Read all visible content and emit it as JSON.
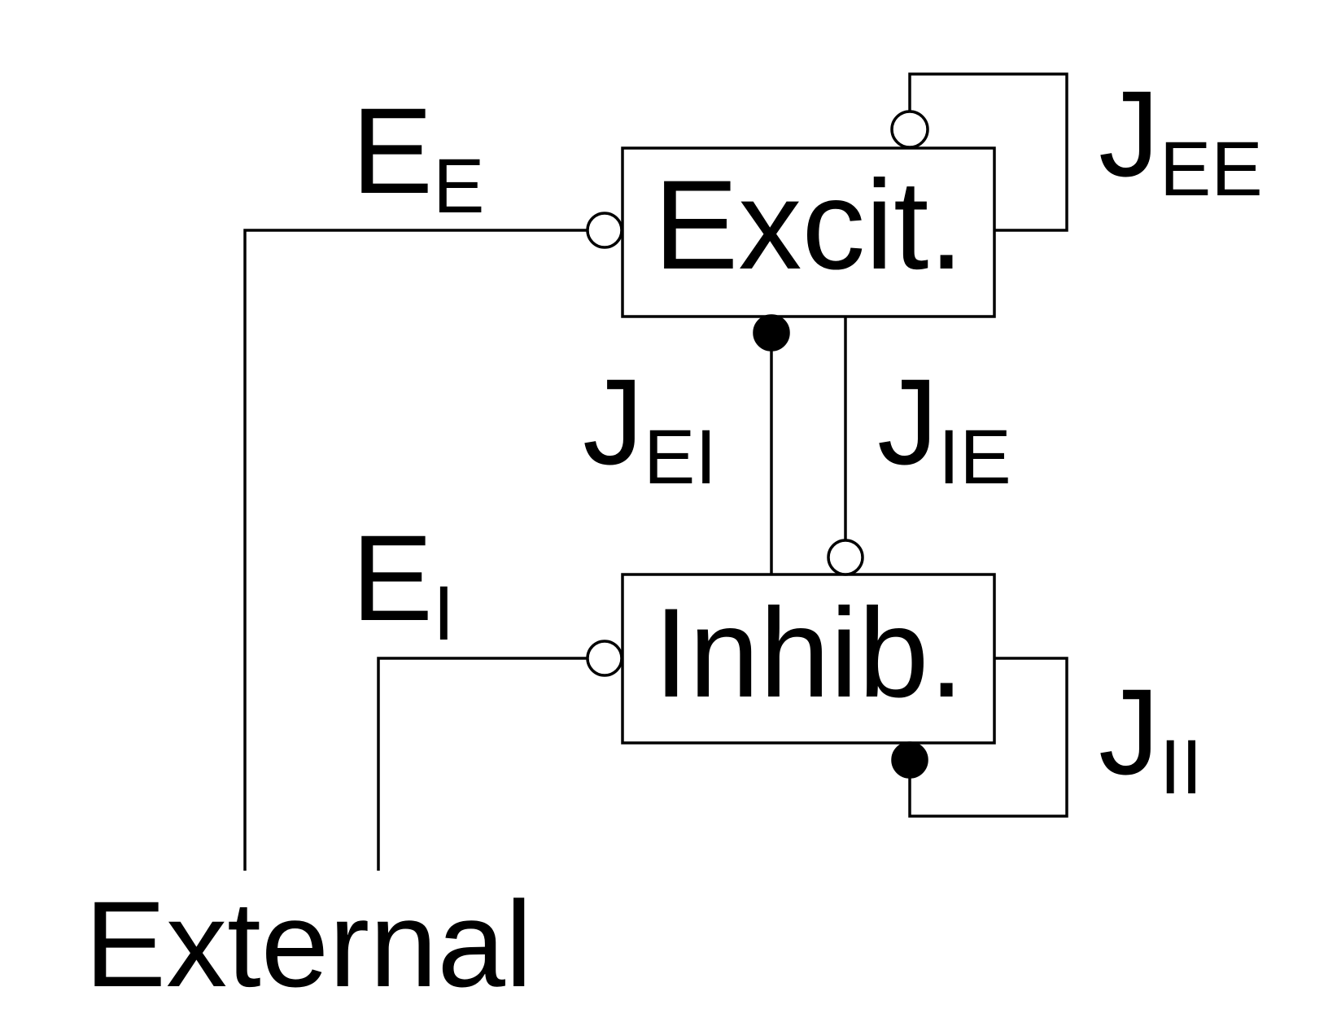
{
  "nodes": {
    "excitatory": {
      "label": "Excit."
    },
    "inhibitory": {
      "label": "Inhib."
    }
  },
  "external": {
    "label": "External"
  },
  "connections": {
    "external_to_excit": {
      "main": "E",
      "sub": "E",
      "type": "excitatory"
    },
    "external_to_inhib": {
      "main": "E",
      "sub": "I",
      "type": "excitatory"
    },
    "excit_to_excit": {
      "main": "J",
      "sub": "EE",
      "type": "excitatory"
    },
    "inhib_to_excit": {
      "main": "J",
      "sub": "EI",
      "type": "inhibitory"
    },
    "excit_to_inhib": {
      "main": "J",
      "sub": "IE",
      "type": "excitatory"
    },
    "inhib_to_inhib": {
      "main": "J",
      "sub": "II",
      "type": "inhibitory"
    }
  },
  "colors": {
    "stroke": "#000000",
    "background": "#ffffff"
  }
}
